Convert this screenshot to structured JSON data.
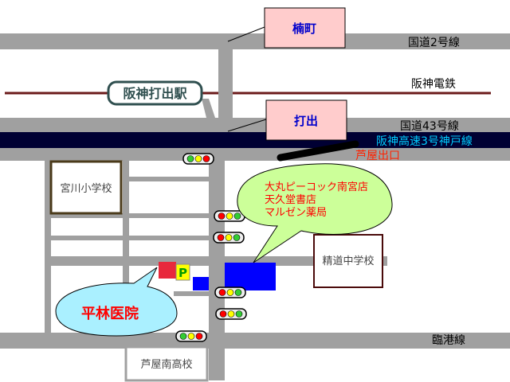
{
  "labels": {
    "kusunoki_cho": "楠町",
    "uchide": "打出",
    "station": "阪神打出駅",
    "route2": "国道2号線",
    "hanshin_railway": "阪神電鉄",
    "route43": "国道43号線",
    "expressway": "阪神高速3号神戸線",
    "ashiya_exit": "芦屋出口",
    "miyagawa_school": "宮川小学校",
    "seido_school": "精道中学校",
    "ashiya_minami_high": "芦屋南高校",
    "rinko_line": "臨港線",
    "hospital": "平林医院",
    "parking": "P"
  },
  "shop_bubble": {
    "lines": [
      "大丸ピーコック南宮店",
      "天久堂書店",
      "マルゼン薬局"
    ]
  },
  "colors": {
    "road": "#a0a0a0",
    "expressway": "#000033",
    "expressway_text": "#00ccff",
    "exit_text": "#ff2200",
    "area_box_fill": "#ffcccc",
    "area_box_text": "#0000cc",
    "shop_bubble_fill": "#ccff99",
    "shop_text": "#ff0000",
    "hospital_bubble_fill": "#aaf0ff",
    "hospital_text": "#ff0000",
    "parking_fill": "#ffff00",
    "parking_text": "#009900",
    "red_block": "#e8283c",
    "blue_block": "#0000ff"
  },
  "icons": [
    "traffic-light-icon",
    "parking-icon"
  ]
}
